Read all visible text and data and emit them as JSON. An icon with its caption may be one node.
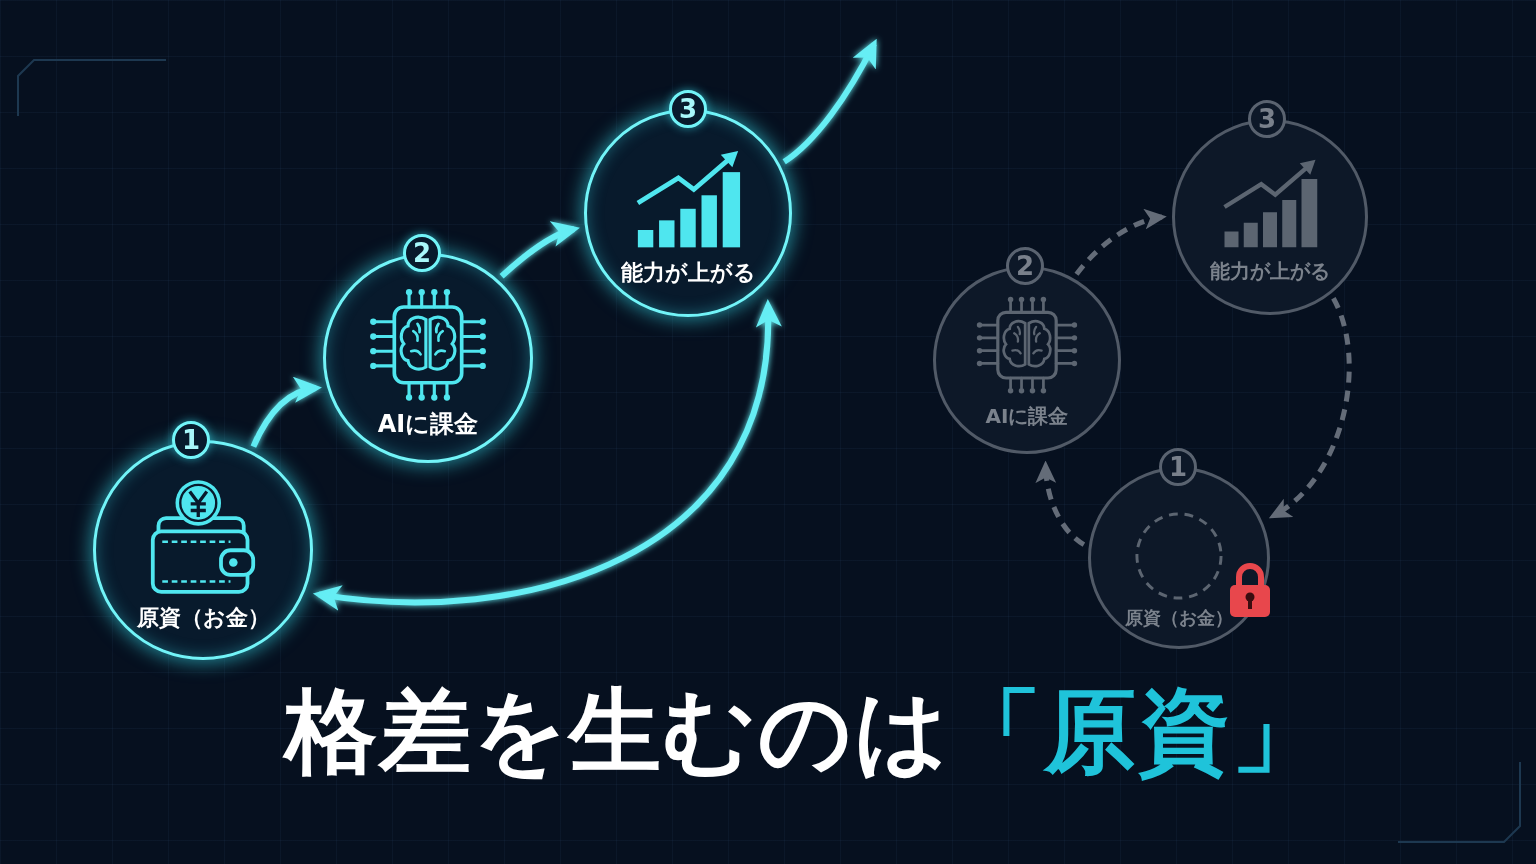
{
  "diagram": {
    "title": "格差を生むのは**「原資」**",
    "nodes": [
      {
        "text": [
          "1",
          "原資（お金）"
        ]
      },
      {
        "text": [
          "2",
          "AIに課金"
        ]
      },
      {
        "text": [
          "3",
          "能力が上がる"
        ]
      },
      {
        "text": [
          "2",
          "AIに課金"
        ]
      },
      {
        "text": [
          "3",
          "能力が上がる"
        ]
      },
      {
        "text": [
          "1",
          "原資（お金）"
        ]
      }
    ],
    "edges": [
      {
        "from": 0,
        "to": 1,
        "arrow": "to"
      },
      {
        "from": 1,
        "to": 2,
        "arrow": "to"
      },
      {
        "from": 2,
        "to": null,
        "arrow": "to"
      },
      {
        "from": 0,
        "to": 2,
        "arrow": "both"
      },
      {
        "from": 3,
        "to": 4,
        "arrow": "to",
        "style": "dashed",
        "color": "#646c78"
      },
      {
        "from": 4,
        "to": 5,
        "arrow": "to",
        "style": "dashed",
        "color": "#646c78"
      },
      {
        "from": 5,
        "to": 3,
        "arrow": "to",
        "style": "dashed",
        "color": "#646c78"
      }
    ]
  }
}
